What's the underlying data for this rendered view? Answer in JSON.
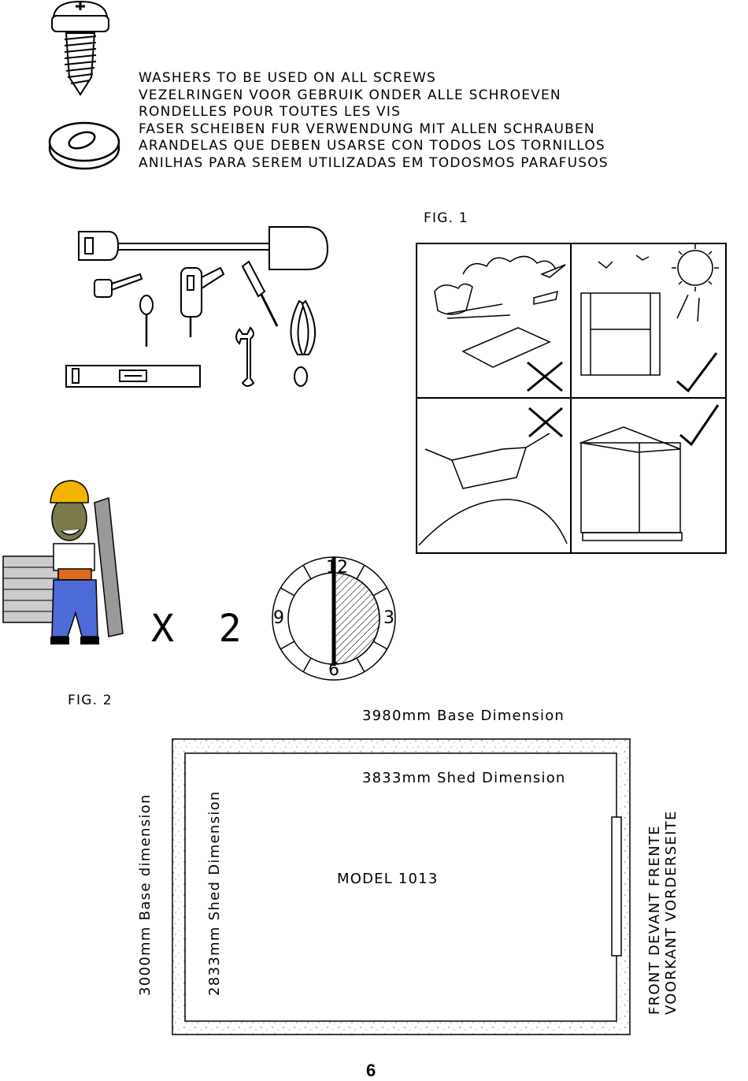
{
  "washers": {
    "lines": [
      "WASHERS TO BE USED ON ALL SCREWS",
      "VEZELRINGEN VOOR GEBRUIK ONDER ALLE SCHROEVEN",
      "RONDELLES POUR TOUTES LES VIS",
      "FASER SCHEIBEN FUR VERWENDUNG MIT ALLEN SCHRAUBEN",
      "ARANDELAS QUE DEBEN USARSE CON TODOS LOS TORNILLOS",
      "ANILHAS PARA SEREM UTILIZADAS EM TODOSMOS PARAFUSOS"
    ]
  },
  "fig1": {
    "label": "FIG. 1"
  },
  "fig2": {
    "label": "FIG. 2"
  },
  "people": {
    "multiplier": "X 2"
  },
  "clock": {
    "n12": "12",
    "n3": "3",
    "n6": "6",
    "n9": "9"
  },
  "plan": {
    "base_width": "3980mm  Base  Dimension",
    "shed_width": "3833mm  Shed  Dimension",
    "base_depth": "3000mm  Base  dimension",
    "shed_depth": "2833mm  Shed  Dimension",
    "model": "MODEL  1013",
    "front_line1": "FRONT     DEVANT   FRENTE",
    "front_line2": "VOORKANT  VORDERSEITE"
  },
  "page": {
    "number": "6"
  }
}
